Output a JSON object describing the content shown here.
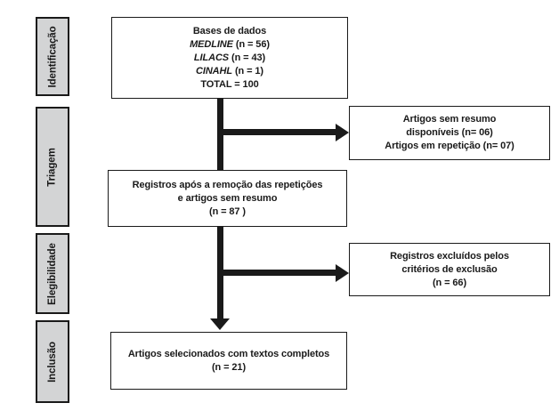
{
  "colors": {
    "ink": "#1a1a1a",
    "stage_fill": "#d3d4d5",
    "background": "#ffffff"
  },
  "sidebar": {
    "stages": [
      {
        "label": "Identificação"
      },
      {
        "label": "Triagem"
      },
      {
        "label": "Elegibilidade"
      },
      {
        "label": "Inclusão"
      }
    ]
  },
  "flow": {
    "databases": {
      "title": "Bases de dados",
      "sources": [
        {
          "name": "MEDLINE",
          "count": "(n = 56)"
        },
        {
          "name": "LILACS",
          "count": "(n = 43)"
        },
        {
          "name": "CINAHL",
          "count": "(n = 1)"
        }
      ],
      "total": "TOTAL = 100"
    },
    "excluded_screening": {
      "lines": [
        "Artigos sem resumo",
        "disponíveis (n= 06)",
        "Artigos em repetição (n= 07)"
      ]
    },
    "screening": {
      "lines": [
        "Registros após a remoção das repetições",
        "e artigos sem resumo",
        "(n = 87 )"
      ]
    },
    "excluded_eligibility": {
      "lines": [
        "Registros excluídos pelos",
        "critérios de exclusão",
        "(n = 66)"
      ]
    },
    "included": {
      "lines": [
        "Artigos selecionados com textos completos",
        "(n = 21)"
      ]
    }
  }
}
